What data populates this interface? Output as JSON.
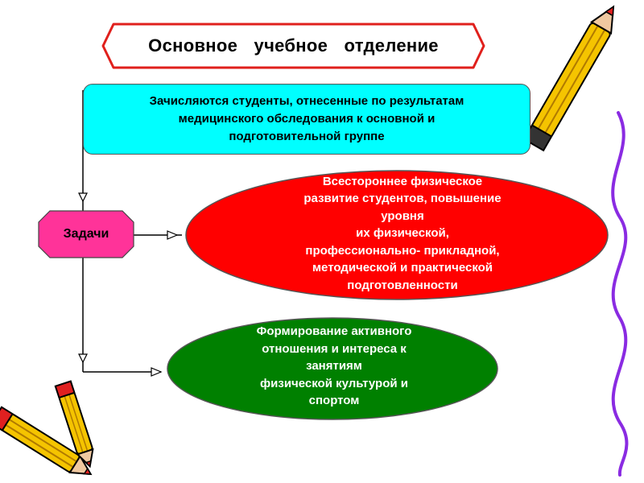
{
  "title": "Основное учебное отделение",
  "enrollment_text": "Зачисляются студенты, отнесенные  по результатам\nмедицинского обследования к основной и\nподготовительной группе",
  "tasks_label": "Задачи",
  "task_1": "Всестороннее физическое\nразвитие  студентов, повышение\nуровня\nих физической,\nпрофессионально- прикладной,\nметодической и практической\nподготовленности",
  "task_2": "Формирование активного\nотношения  и интереса к\nзанятиям\nфизической культурой и\nспортом",
  "colors": {
    "title_border": "#e0201c",
    "enrollment_fill": "#00ffff",
    "tasks_fill": "#ff3399",
    "task_1_fill": "#ff0000",
    "task_2_fill": "#008000",
    "squiggle": "#8a2be2",
    "pencil_body": "#f5c400",
    "pencil_tip": "#e02020"
  }
}
